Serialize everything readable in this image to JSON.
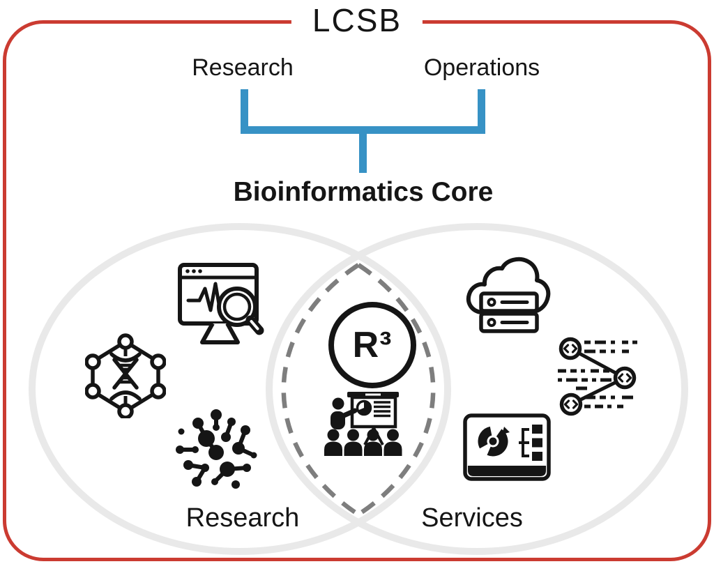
{
  "header": {
    "title": "LCSB",
    "left_branch": "Research",
    "right_branch": "Operations",
    "core_label": "Bioinformatics Core"
  },
  "venn": {
    "left_label": "Research",
    "right_label": "Services",
    "center_badge": "R³"
  },
  "icons": {
    "left_circle": [
      "pulse-monitor-magnifier-icon",
      "dna-network-icon",
      "molecule-cluster-icon"
    ],
    "intersection": [
      "r3-badge",
      "training-presentation-icon"
    ],
    "right_circle": [
      "cloud-server-icon",
      "code-versioning-icon",
      "dashboard-icon"
    ]
  },
  "colors": {
    "accent_red": "#cb3b31",
    "accent_blue": "#3792c5",
    "venn_gray": "#e9e9e9",
    "dash_gray": "#7e7e7e",
    "ink": "#151515"
  }
}
